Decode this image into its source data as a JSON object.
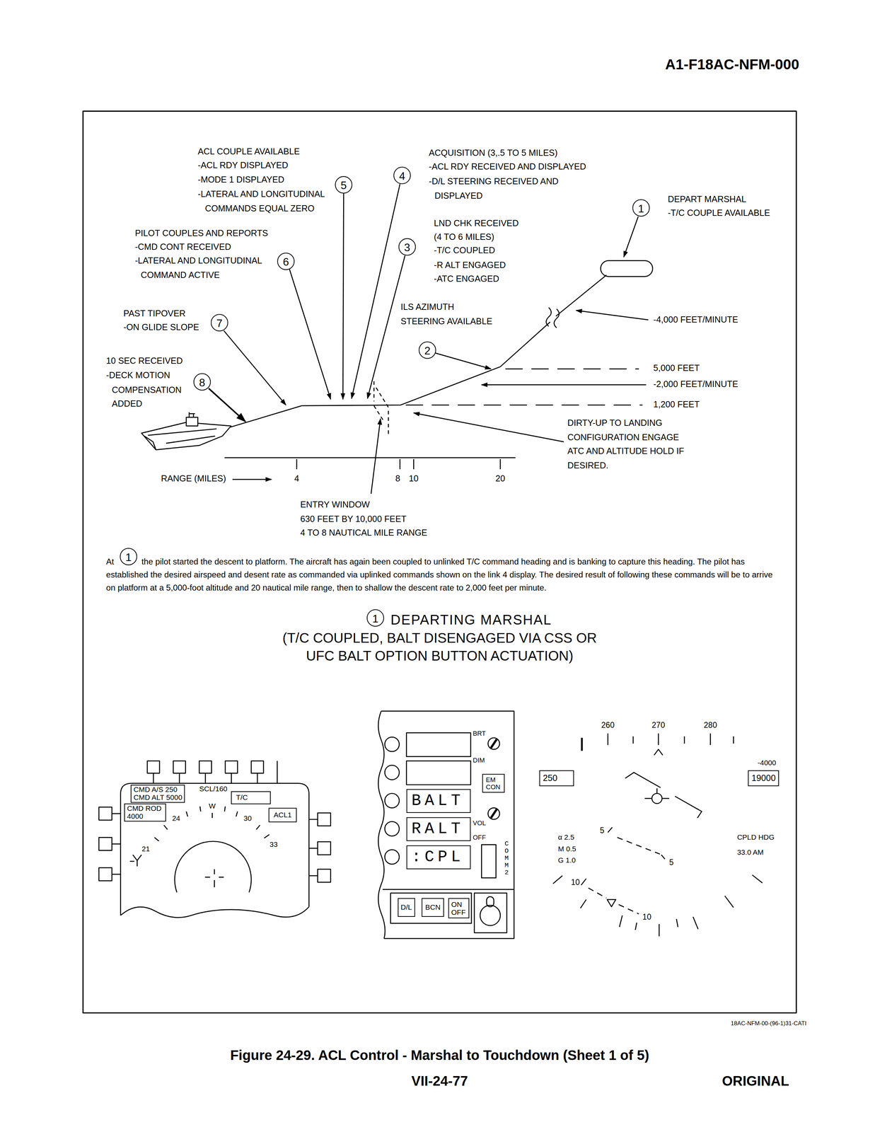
{
  "diagram": {
    "caption": "Figure 24-29. ACL Control - Marshal to Touchdown (Sheet 1 of 5)",
    "nodes": [
      {
        "text": [
          "4"
        ]
      },
      {
        "text": [
          "5"
        ]
      },
      {
        "text": [
          "1"
        ]
      },
      {
        "text": [
          "3"
        ]
      },
      {
        "text": [
          "6"
        ]
      },
      {
        "text": [
          "7"
        ]
      },
      {
        "text": [
          "2"
        ]
      },
      {
        "text": [
          "8"
        ]
      },
      {
        "text": [
          "1"
        ]
      },
      {
        "text": [
          "1"
        ]
      },
      {
        "text": [
          "CMD A/S 250",
          "CMD ALT 5000"
        ]
      },
      {
        "text": [
          "CMD ROD 4000"
        ]
      },
      {
        "text": [
          "T/C"
        ]
      },
      {
        "text": [
          "ACL1"
        ]
      },
      {
        "text": [
          "EM CON"
        ]
      },
      {
        "text": [
          "BALT"
        ]
      },
      {
        "text": [
          "RALT"
        ]
      },
      {
        "text": [
          ":CPL"
        ]
      },
      {
        "text": [
          "D/L"
        ]
      },
      {
        "text": [
          "BCN"
        ]
      },
      {
        "text": [
          "ON OFF"
        ]
      },
      {
        "text": [
          "250"
        ]
      },
      {
        "text": [
          "19000"
        ]
      }
    ],
    "labels": [
      "A1-F18AC-NFM-000",
      "ACL COUPLE AVAILABLE",
      "-ACL RDY DISPLAYED",
      "-MODE 1 DISPLAYED",
      "-LATERAL AND LONGITUDINAL COMMANDS EQUAL ZERO",
      "ACQUISITION (3,.5 TO 5 MILES)",
      "-ACL RDY RECEIVED AND DISPLAYED",
      "-D/L STEERING RECEIVED AND DISPLAYED",
      "DEPART MARSHAL",
      "-T/C COUPLE AVAILABLE",
      "LND CHK RECEIVED",
      "(4 TO 6 MILES)",
      "-T/C COUPLED",
      "-R ALT ENGAGED",
      "-ATC ENGAGED",
      "PILOT COUPLES AND REPORTS",
      "-CMD CONT RECEIVED",
      "-LATERAL AND LONGITUDINAL COMMAND ACTIVE",
      "ILS AZIMUTH STEERING AVAILABLE",
      "-4,000 FEET/MINUTE",
      "PAST TIPOVER",
      "-ON GLIDE SLOPE",
      "10 SEC RECEIVED",
      "-DECK MOTION COMPENSATION ADDED",
      "5,000 FEET",
      "-2,000 FEET/MINUTE",
      "1,200 FEET",
      "DIRTY-UP TO LANDING CONFIGURATION ENGAGE ATC AND ALTITUDE HOLD IF DESIRED.",
      "RANGE (MILES)",
      "4",
      "8",
      "10",
      "20",
      "ENTRY WINDOW",
      "630 FEET BY 10,000 FEET",
      "4 TO 8 NAUTICAL MILE RANGE",
      "At",
      "the pilot started the descent to platform. The aircraft has again been coupled to unlinked T/C command heading and is banking to capture this heading. The pilot has established the desired airspeed and desent rate as commanded via uplinked commands shown on the link 4 display. The desired result of following these commands will be to arrive on platform at a 5,000-foot altitude and 20 nautical mile range, then to shallow the descent rate to 2,000 feet per minute.",
      "DEPARTING MARSHAL",
      "(T/C COUPLED, BALT DISENGAGED VIA CSS OR UFC BALT OPTION BUTTON ACTUATION)",
      "SCL/160",
      "24",
      "W",
      "30",
      "21",
      "33",
      "BRT",
      "DIM",
      "VOL",
      "OFF",
      "COMM 2",
      "260",
      "270",
      "280",
      "-4000",
      "5",
      "5",
      "10",
      "10",
      "α 2.5",
      "M 0.5",
      "G 1.0",
      "CPLD HDG",
      "33.0 AM",
      "18AC-NFM-00-(96-1)31-CATI",
      "VII-24-77",
      "ORIGINAL"
    ]
  }
}
